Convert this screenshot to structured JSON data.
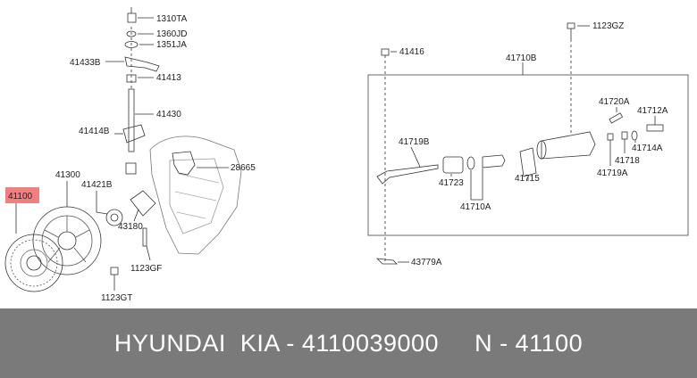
{
  "parts": {
    "p1310TA": "1310TA",
    "p1360JD": "1360JD",
    "p1351JA": "1351JA",
    "p41433B": "41433B",
    "p41413": "41413",
    "p41430": "41430",
    "p41414B": "41414B",
    "p28665": "28665",
    "p41300": "41300",
    "p41100": "41100",
    "p41421B": "41421B",
    "p43180": "43180",
    "p1123GF": "1123GF",
    "p1123GT": "1123GT",
    "p41416": "41416",
    "p1123GZ": "1123GZ",
    "p41710B": "41710B",
    "p41720A": "41720A",
    "p41712A": "41712A",
    "p41719B": "41719B",
    "p41714A": "41714A",
    "p41718": "41718",
    "p41719A": "41719A",
    "p41723": "41723",
    "p41715": "41715",
    "p41710A": "41710A",
    "p43779A": "43779A"
  },
  "highlight_color": "#f08080",
  "banner": {
    "text": "HYUNDAI  KIA - 4110039000     N - 41100",
    "background": "#7a7a7a"
  }
}
